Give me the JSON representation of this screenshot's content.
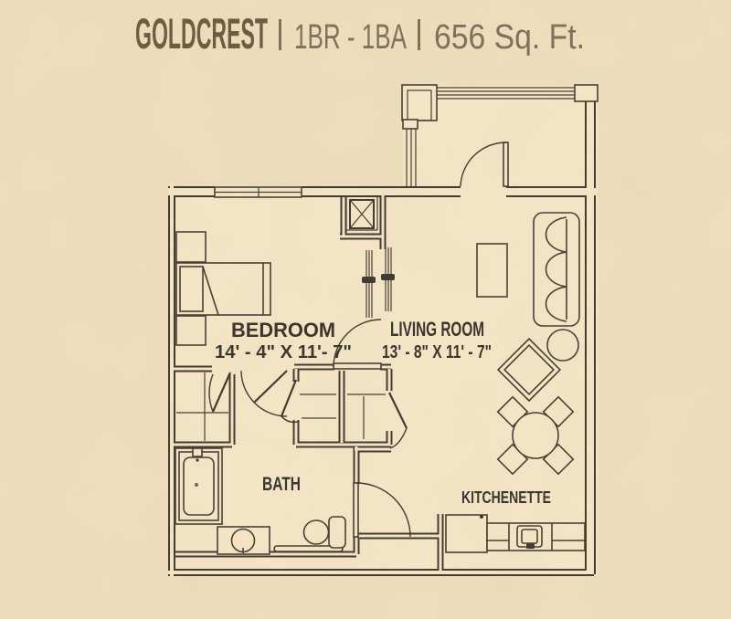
{
  "header": {
    "name": "GOLDCREST",
    "separator": "|",
    "unit_type": "1BR - 1BA",
    "area": "656 Sq. Ft."
  },
  "rooms": {
    "bedroom": {
      "label": "BEDROOM",
      "dimensions": "14' - 4\" X 11'- 7\""
    },
    "living_room": {
      "label": "LIVING ROOM",
      "dimensions": "13' - 8\" X 11' - 7\""
    },
    "bath": {
      "label": "BATH"
    },
    "kitchenette": {
      "label": "KITCHENETTE"
    }
  },
  "colors": {
    "background": "#f2e1c1",
    "floor": "#f8e9ca",
    "line": "#3d372e",
    "title_primary": "#6a5a40",
    "title_secondary": "#7d6f5a"
  }
}
